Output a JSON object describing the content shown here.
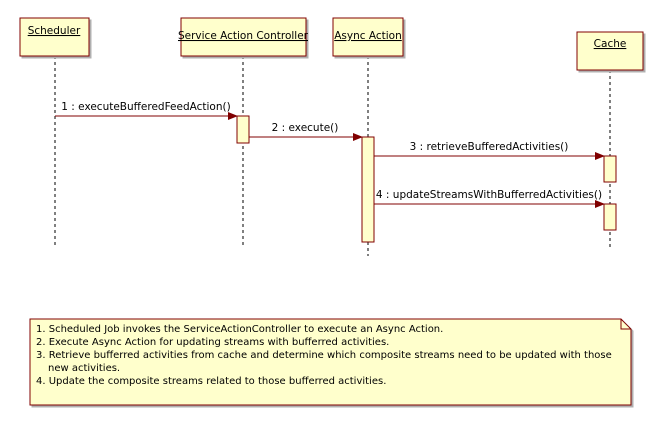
{
  "lifelines": [
    {
      "id": "scheduler",
      "label": "Scheduler"
    },
    {
      "id": "sac",
      "label": "Service Action Controller"
    },
    {
      "id": "async",
      "label": "Async Action"
    },
    {
      "id": "cache",
      "label": "Cache"
    }
  ],
  "messages": [
    {
      "label": "1 : executeBufferedFeedAction()"
    },
    {
      "label": "2 : execute()"
    },
    {
      "label": "3 : retrieveBufferedActivities()"
    },
    {
      "label": "4 : updateStreamsWithBufferredActivities()"
    }
  ],
  "note": {
    "items": [
      "1. Scheduled Job invokes the ServiceActionController to execute an Async Action.",
      "2. Execute Async Action for updating streams with bufferred activities.",
      "3. Retrieve bufferred activities from cache and determine which composite streams need to be updated with those new activities.",
      "4. Update the composite streams related to those bufferred activities."
    ]
  },
  "colors": {
    "box_fill": "#ffffcc",
    "border": "#800000",
    "lifeline": "#000000"
  }
}
